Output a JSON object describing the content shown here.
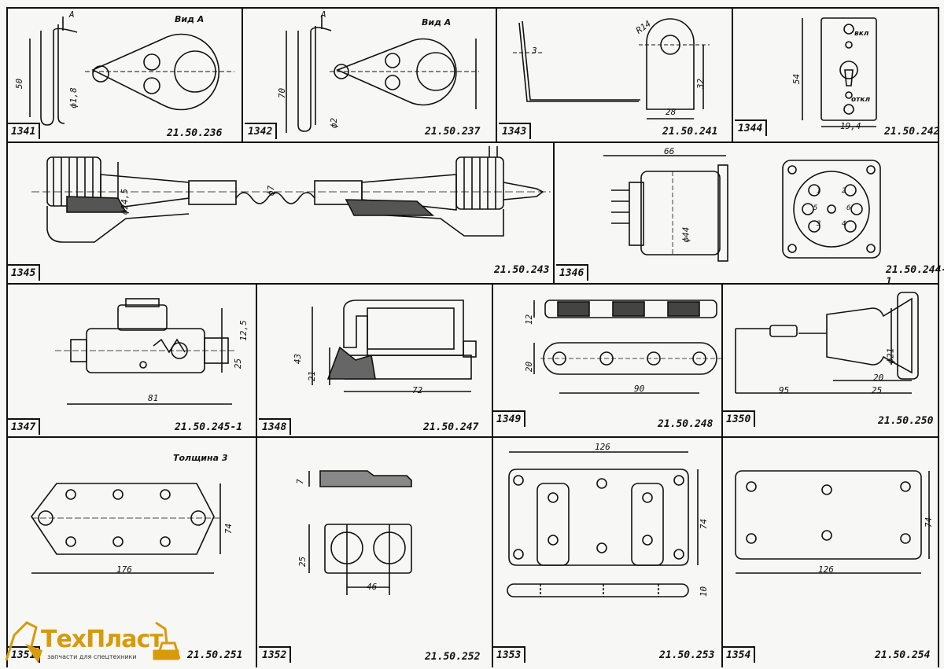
{
  "logo": {
    "name": "ТехПласт",
    "tagline": "запчасти для спецтехники"
  },
  "cells": [
    {
      "id": "1341",
      "code": "21.50.236",
      "label": "Вид А",
      "dims": [
        "50",
        "А",
        "ф1,8"
      ]
    },
    {
      "id": "1342",
      "code": "21.50.237",
      "label": "Вид А",
      "dims": [
        "70",
        "А",
        "ф2"
      ]
    },
    {
      "id": "1343",
      "code": "21.50.241",
      "label": "",
      "dims": [
        "3",
        "R14",
        "32",
        "28"
      ]
    },
    {
      "id": "1344",
      "code": "21.50.242",
      "label": "",
      "dims": [
        "54",
        "19,4",
        "вкл",
        "откл"
      ]
    },
    {
      "id": "1345",
      "code": "21.50.243",
      "label": "",
      "dims": [
        "ф24,5",
        "ф7"
      ]
    },
    {
      "id": "1346",
      "code": "21.50.244-1",
      "label": "",
      "dims": [
        "66",
        "ф44",
        "1",
        "2",
        "3",
        "4",
        "5",
        "6"
      ]
    },
    {
      "id": "1347",
      "code": "21.50.245-1",
      "label": "",
      "dims": [
        "12,5",
        "25",
        "81"
      ]
    },
    {
      "id": "1348",
      "code": "21.50.247",
      "label": "",
      "dims": [
        "43",
        "21",
        "72"
      ]
    },
    {
      "id": "1349",
      "code": "21.50.248",
      "label": "",
      "dims": [
        "12",
        "20",
        "90"
      ]
    },
    {
      "id": "1350",
      "code": "21.50.250",
      "label": "",
      "dims": [
        "ф21",
        "95",
        "20",
        "25"
      ]
    },
    {
      "id": "1351",
      "code": "21.50.251",
      "label": "Толщина 3",
      "dims": [
        "74",
        "176"
      ]
    },
    {
      "id": "1352",
      "code": "21.50.252",
      "label": "",
      "dims": [
        "7",
        "25",
        "46"
      ]
    },
    {
      "id": "1353",
      "code": "21.50.253",
      "label": "",
      "dims": [
        "126",
        "74",
        "10"
      ]
    },
    {
      "id": "1354",
      "code": "21.50.254",
      "label": "",
      "dims": [
        "74",
        "126"
      ]
    }
  ]
}
